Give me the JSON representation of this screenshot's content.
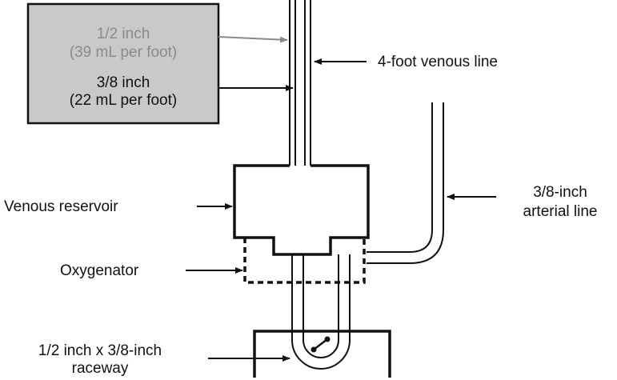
{
  "legend": {
    "half_inch": "1/2 inch",
    "half_inch_volume": "(39 mL per foot)",
    "three_eighths_inch": "3/8 inch",
    "three_eighths_inch_volume": "(22 mL per foot)"
  },
  "labels": {
    "venous_line": "4-foot venous line",
    "venous_reservoir": "Venous reservoir",
    "arterial_line_1": "3/8-inch",
    "arterial_line_2": "arterial line",
    "oxygenator": "Oxygenator",
    "raceway_1": "1/2 inch x 3/8-inch",
    "raceway_2": "raceway"
  },
  "colors": {
    "legend_box_fill": "#c9c9c9",
    "gray_text": "#8a8a8a",
    "ink": "#111111"
  }
}
